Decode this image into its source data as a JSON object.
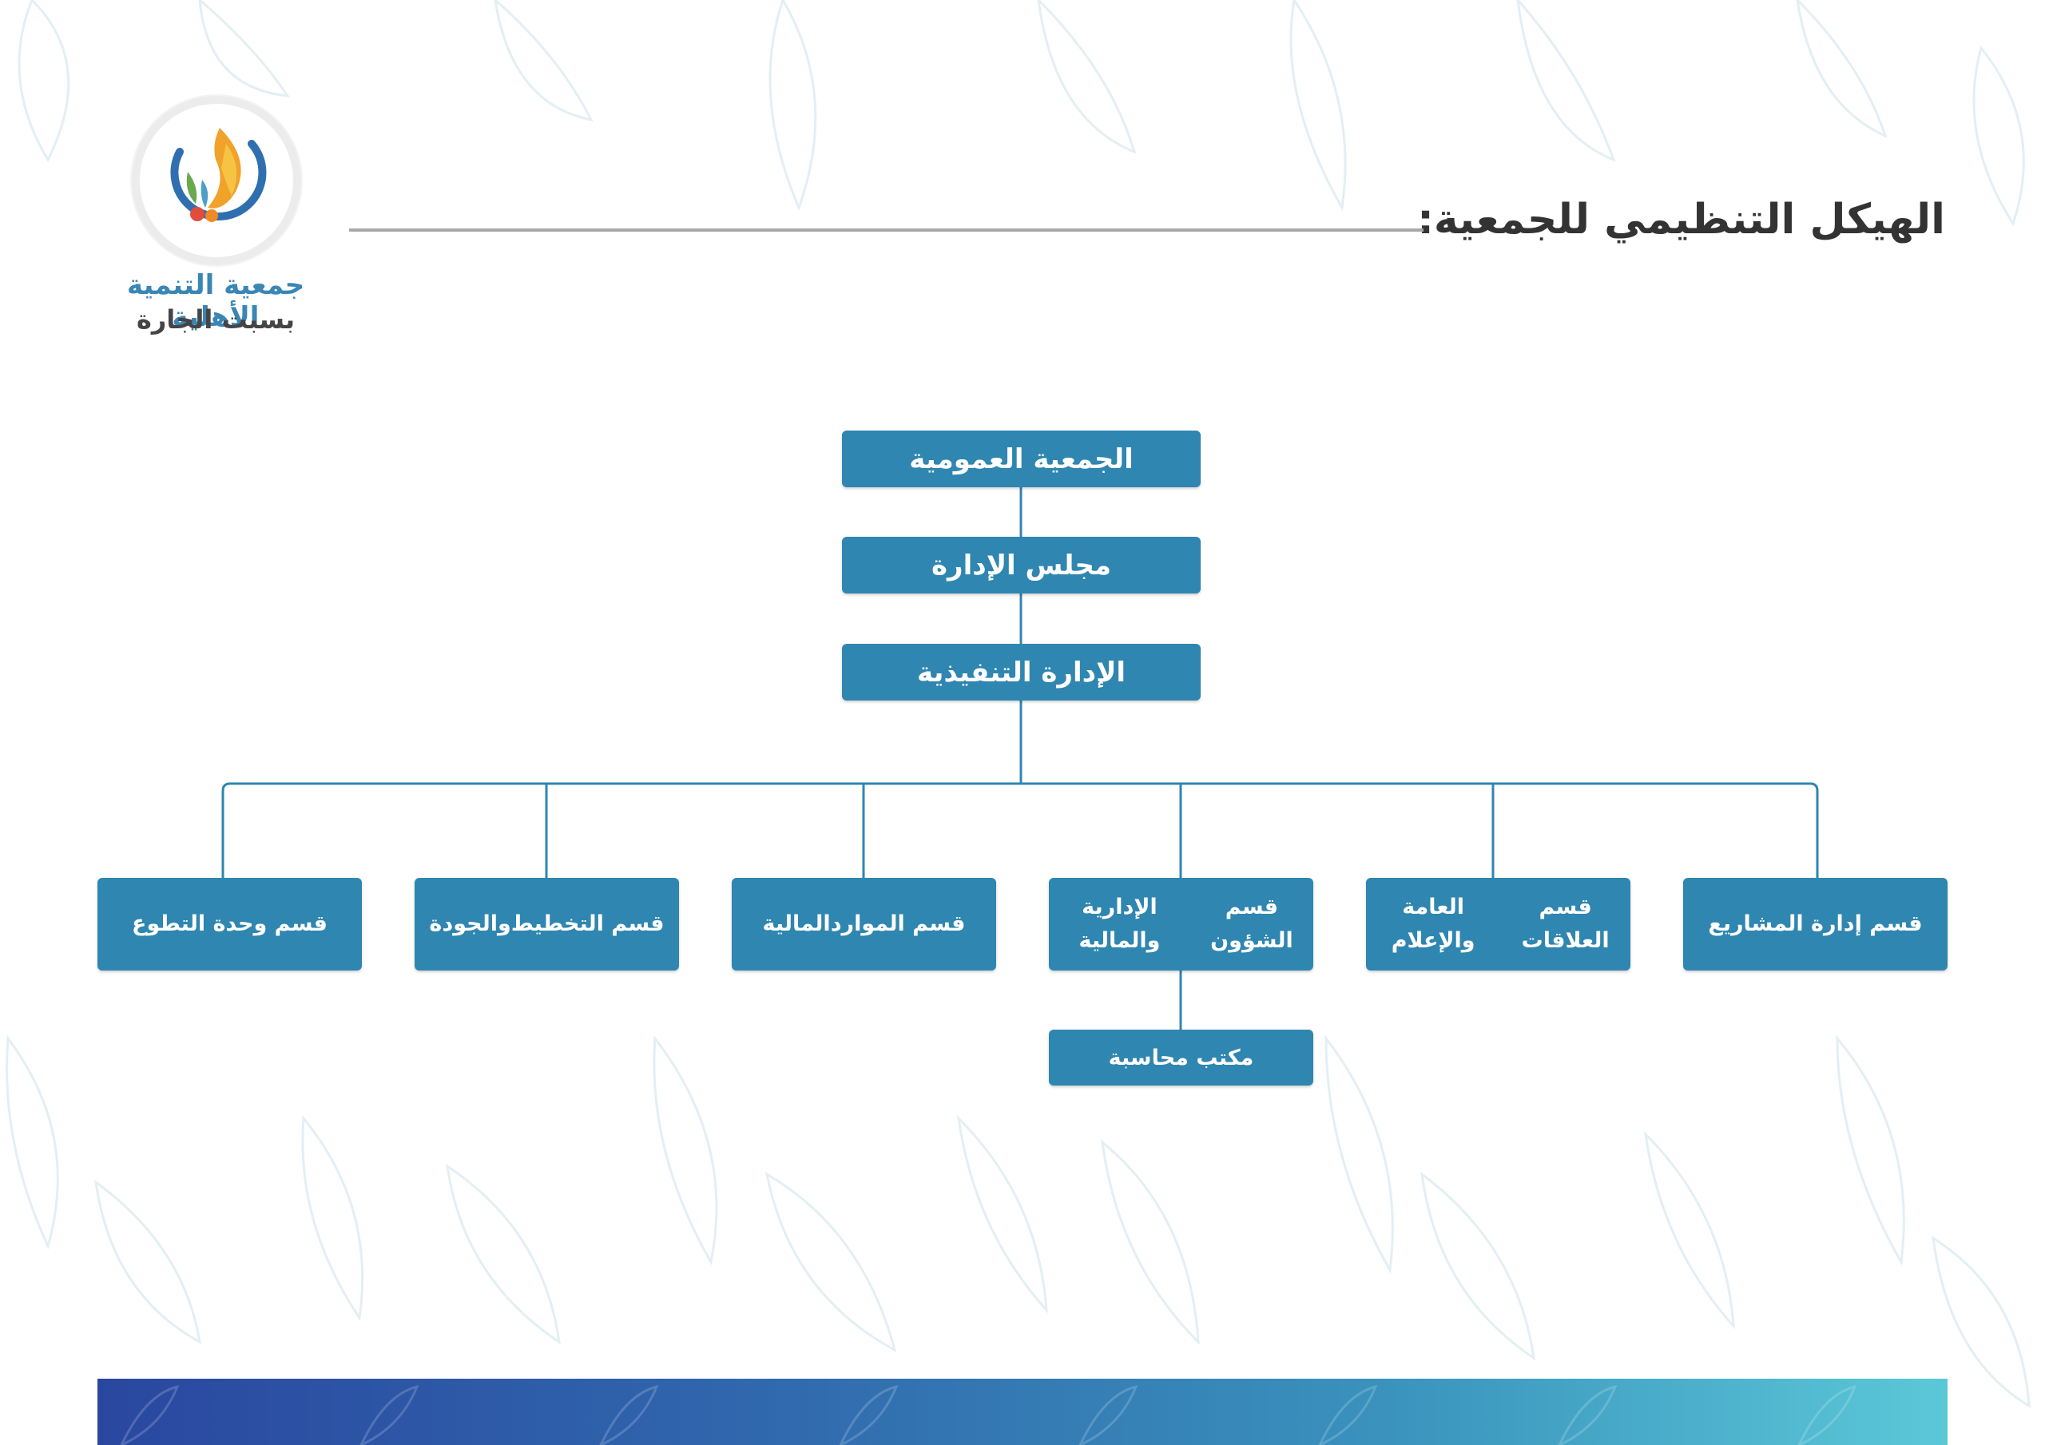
{
  "header": {
    "logo": {
      "name": "جمعية التنمية الأهلية",
      "city": "بسبت الجارة"
    },
    "title": "الهيكل التنظيمي للجمعية:"
  },
  "org_chart": {
    "levels": [
      "الجمعية العمومية",
      "مجلس الإدارة",
      "الإدارة التنفيذية"
    ],
    "departments": [
      {
        "line1": "قسم إدارة المشاريع",
        "line2": ""
      },
      {
        "line1": "قسم العلاقات",
        "line2": "العامة والإعلام"
      },
      {
        "line1": "قسم الشؤون",
        "line2": "الإدارية والمالية"
      },
      {
        "line1": "قسم الموارد",
        "line2": "المالية"
      },
      {
        "line1": "قسم التخطيط",
        "line2": "والجودة"
      },
      {
        "line1": "قسم وحدة التطوع",
        "line2": ""
      }
    ],
    "sub_unit": "مكتب محاسبة"
  },
  "colors": {
    "box": "#2f86b0",
    "box_text": "#ffffff",
    "connector": "#2f86b0",
    "title": "#333333",
    "logo_text": "#3a86b4",
    "rule": "#a8a8a8"
  }
}
